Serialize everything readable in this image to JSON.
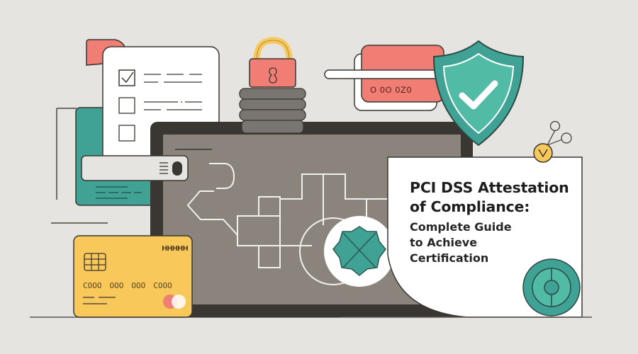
{
  "hero": {
    "title_line1": "PCI DSS Attestation",
    "title_line2": "of Compliance:",
    "subtitle_line1": "Complete Guide",
    "subtitle_line2": "to Achieve",
    "subtitle_line3": "Certification"
  },
  "credit_card": {
    "number_groups": [
      "COOO",
      "OOO",
      "OOO",
      "COOO"
    ],
    "barcode": "HHHHH"
  },
  "red_card": {
    "number": "O 0O 0Z0"
  },
  "icons": [
    "checklist-icon",
    "padlock-icon",
    "shield-check-icon",
    "credit-card-icon",
    "laptop-icon",
    "circuit-map-icon",
    "badge-icon",
    "target-icon",
    "id-card-icon"
  ],
  "colors": {
    "background": "#e6e4e0",
    "teal": "#3fa294",
    "teal_light": "#52bba6",
    "coral": "#f07e74",
    "yellow": "#f9c85a",
    "laptop_frame": "#3a3733",
    "laptop_screen": "#8a847d",
    "outline": "#3a3733"
  }
}
